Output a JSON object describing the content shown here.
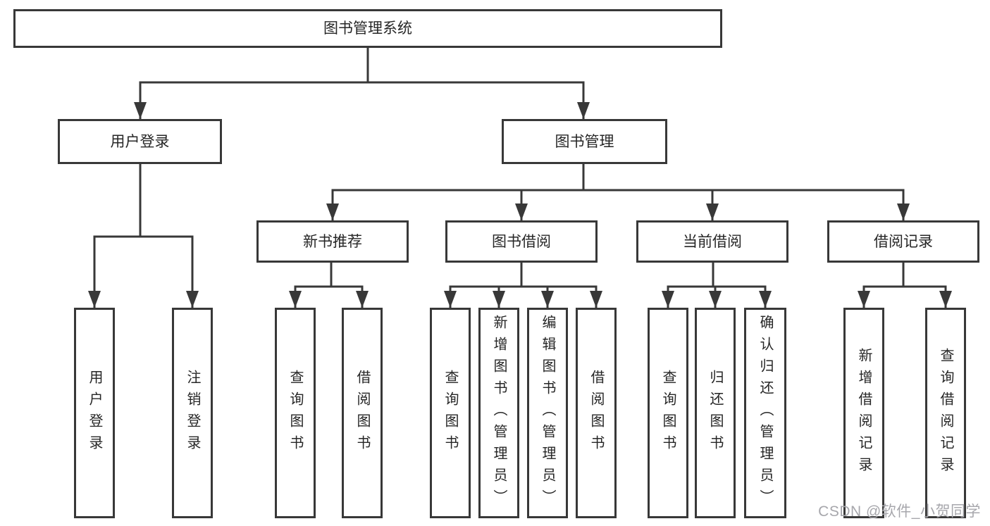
{
  "diagram_title": "图书管理系统",
  "nodes": {
    "root": "图书管理系统",
    "user_login": "用户登录",
    "book_management": "图书管理",
    "new_book_recommend": "新书推荐",
    "book_borrowing": "图书借阅",
    "current_borrowing": "当前借阅",
    "borrowing_records": "借阅记录",
    "ul_login": "用户登录",
    "ul_logout": "注销登录",
    "nbr_query_books": "查询图书",
    "nbr_borrow_books": "借阅图书",
    "bb_query_books": "查询图书",
    "bb_add_books_admin": "新增图书（管理员）",
    "bb_edit_books_admin": "编辑图书（管理员）",
    "bb_borrow_books": "借阅图书",
    "cb_query_books": "查询图书",
    "cb_return_books": "归还图书",
    "cb_confirm_return_admin": "确认归还（管理员）",
    "br_add_record": "新增借阅记录",
    "br_query_record": "查询借阅记录"
  },
  "hierarchy": {
    "图书管理系统": [
      "用户登录",
      "图书管理"
    ],
    "用户登录": [
      "用户登录",
      "注销登录"
    ],
    "图书管理": [
      "新书推荐",
      "图书借阅",
      "当前借阅",
      "借阅记录"
    ],
    "新书推荐": [
      "查询图书",
      "借阅图书"
    ],
    "图书借阅": [
      "查询图书",
      "新增图书（管理员）",
      "编辑图书（管理员）",
      "借阅图书"
    ],
    "当前借阅": [
      "查询图书",
      "归还图书",
      "确认归还（管理员）"
    ],
    "借阅记录": [
      "新增借阅记录",
      "查询借阅记录"
    ]
  },
  "watermark": "CSDN @软件_小贺同学",
  "colors": {
    "line": "#383838",
    "box_border": "#383838",
    "box_fill": "#ffffff",
    "text": "#262626",
    "watermark": "#a7a7ac",
    "background": "#ffffff"
  }
}
